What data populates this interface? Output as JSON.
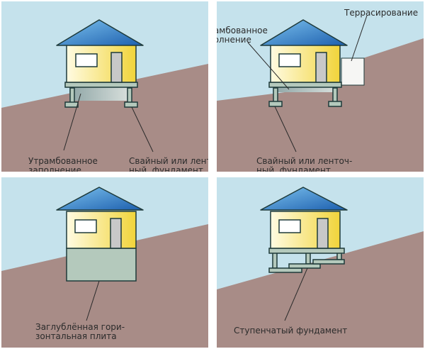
{
  "colors": {
    "sky": "#c5e2ec",
    "ground": "#a88c87",
    "roof_light": "#4fa3e0",
    "roof_dark": "#1d5fae",
    "wall_light": "#fff6c8",
    "wall_dark": "#f1d43a",
    "fill": "#b8c6c2",
    "foundation": "#b4c9bc",
    "outline": "#1e3a3a"
  },
  "panels": [
    {
      "id": "compacted-fill",
      "labels": {
        "fill": "Утрамбованное\nзаполнение",
        "foundation": "Свайный или ленточ-\nный  фундамент"
      }
    },
    {
      "id": "terracing",
      "labels": {
        "terracing": "Террасирование",
        "fill": "Утрамбованное\nзаполнение",
        "foundation": "Свайный или ленточ-\nный  фундамент"
      }
    },
    {
      "id": "slab",
      "labels": {
        "slab": "Заглублённая гори-\nзонтальная плита"
      }
    },
    {
      "id": "stepped",
      "labels": {
        "stepped": "Ступенчатый фундамент"
      }
    }
  ]
}
